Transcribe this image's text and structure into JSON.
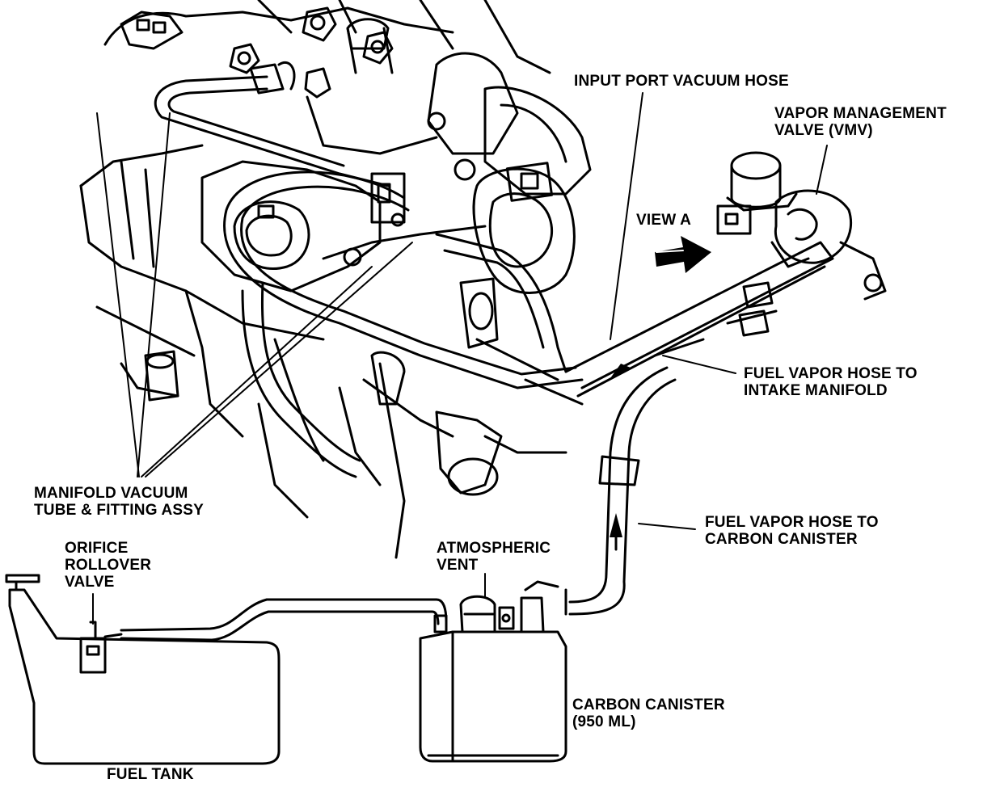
{
  "labels": {
    "input_port_vacuum_hose": "INPUT PORT VACUUM HOSE",
    "vmv_line1": "VAPOR MANAGEMENT",
    "vmv_line2": "VALVE (VMV)",
    "view_a": "VIEW A",
    "fuel_vapor_intake_line1": "FUEL VAPOR HOSE TO",
    "fuel_vapor_intake_line2": "INTAKE MANIFOLD",
    "manifold_vacuum_line1": "MANIFOLD VACUUM",
    "manifold_vacuum_line2": "TUBE & FITTING ASSY",
    "fuel_vapor_canister_line1": "FUEL VAPOR HOSE TO",
    "fuel_vapor_canister_line2": "CARBON CANISTER",
    "orifice_line1": "ORIFICE",
    "orifice_line2": "ROLLOVER",
    "orifice_line3": "VALVE",
    "atmospheric_line1": "ATMOSPHERIC",
    "atmospheric_line2": "VENT",
    "carbon_canister_line1": "CARBON CANISTER",
    "carbon_canister_line2": "(950 ML)",
    "fuel_tank": "FUEL TANK"
  },
  "colors": {
    "ink": "#000000",
    "paper": "#ffffff"
  }
}
